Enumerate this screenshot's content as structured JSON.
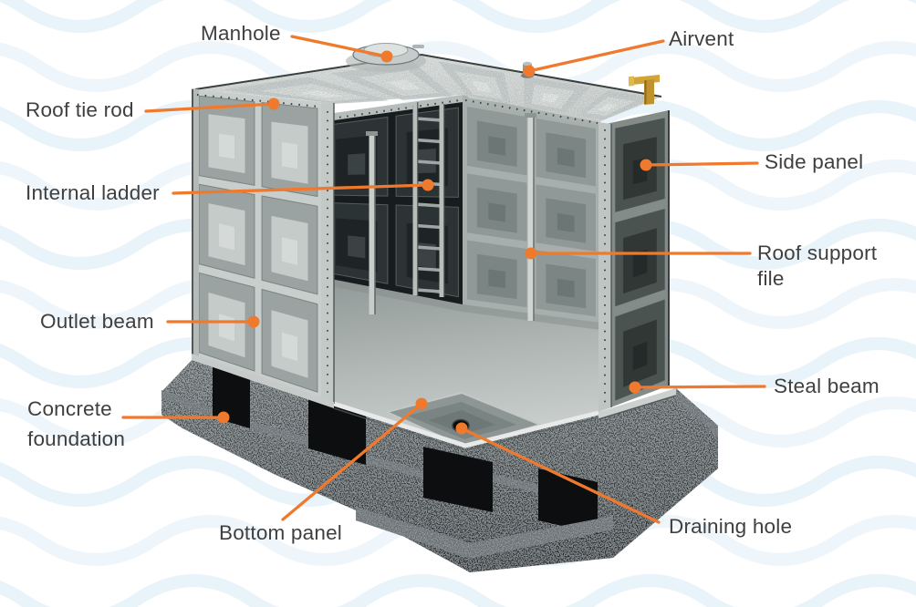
{
  "diagram": {
    "accent_color": "#EF7A2E",
    "label_color": "#3F3F3F",
    "wave_color": "#E9F3FA",
    "labels": {
      "manhole": "Manhole",
      "airvent": "Airvent",
      "roof_tie_rod": "Roof tie rod",
      "internal_ladder": "Internal ladder",
      "side_panel": "Side panel",
      "roof_support_line1": "Roof support",
      "roof_support_line2": "file",
      "outlet_beam": "Outlet beam",
      "steal_beam": "Steal beam",
      "concrete_line1": "Concrete",
      "concrete_line2": "foundation",
      "bottom_panel": "Bottom panel",
      "draining_hole": "Draining hole"
    }
  }
}
